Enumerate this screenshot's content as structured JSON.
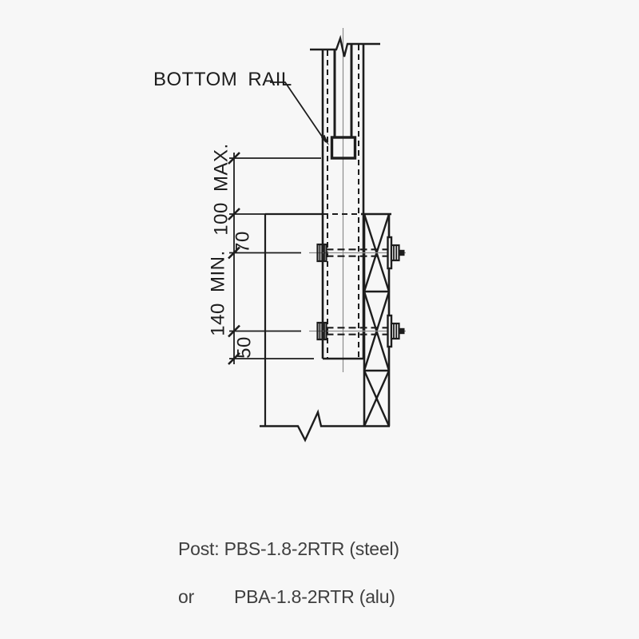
{
  "drawing": {
    "callout": {
      "label": "BOTTOM RAIL"
    },
    "dimension_chain": [
      {
        "label": "100 MAX."
      },
      {
        "label": "70"
      },
      {
        "label": "140 MIN."
      },
      {
        "label": "50"
      }
    ],
    "colors": {
      "background": "#f7f7f7",
      "line": "#1d1d1d",
      "centerline": "#8d8d8d",
      "caption_text": "#3f3f3f"
    }
  },
  "caption": {
    "line1": "Post: PBS-1.8-2RTR (steel)",
    "line2_prefix": "or",
    "line2": "PBA-1.8-2RTR (alu)"
  }
}
